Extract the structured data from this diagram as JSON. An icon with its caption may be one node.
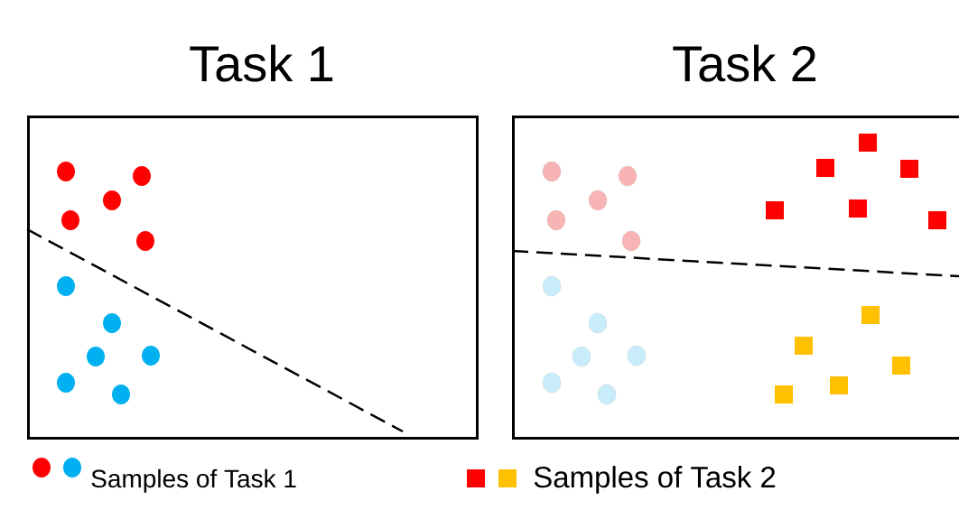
{
  "diagram": {
    "nodes": [
      {
        "text": [
          "Task 1"
        ]
      },
      {
        "text": [
          "Task 2"
        ]
      }
    ],
    "legend": [
      {
        "text": "Samples of Task 1"
      },
      {
        "text": "Samples of Task 2"
      }
    ]
  }
}
